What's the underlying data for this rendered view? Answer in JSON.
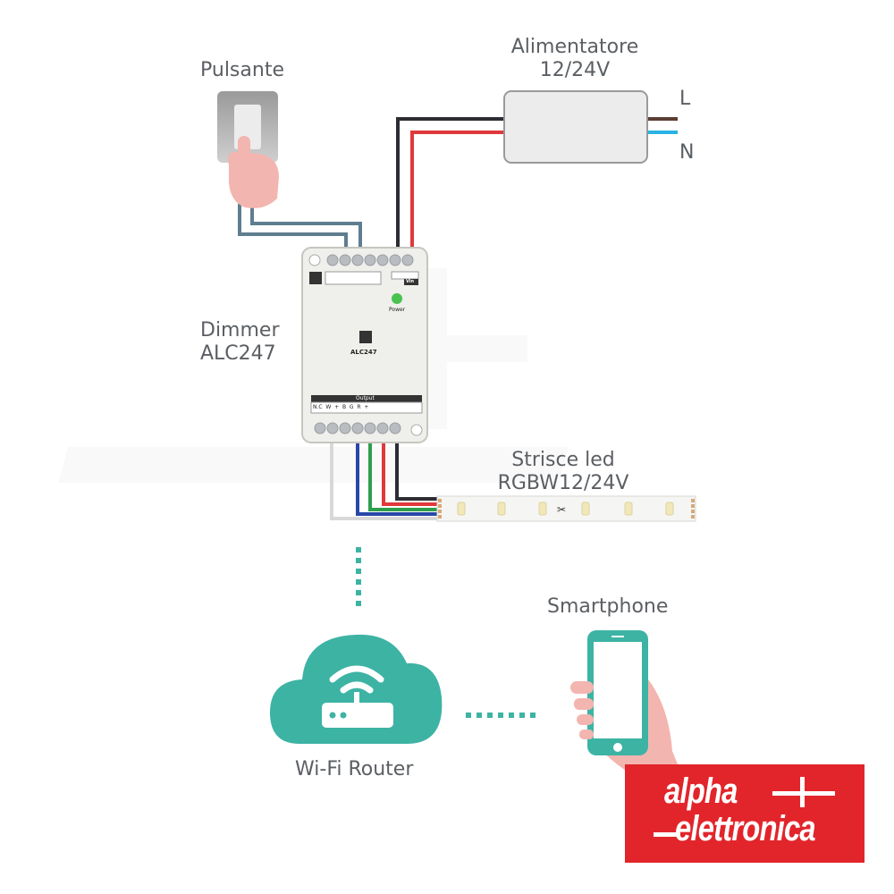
{
  "diagram": {
    "title": "ALC247 RGBW Wi-Fi dimmer wiring diagram",
    "components": {
      "push_button": {
        "label": "Pulsante"
      },
      "power_supply": {
        "label_line1": "Alimentatore",
        "label_line2": "12/24V",
        "terminal_l": "L",
        "terminal_n": "N"
      },
      "dimmer": {
        "label_line1": "Dimmer",
        "label_line2": "ALC247",
        "model_text": "ALC247",
        "power_led_label": "Power",
        "output_header": "Output",
        "output_terminals": "N.C  W  +  B  G  R  +",
        "input_label": "Vin"
      },
      "led_strip": {
        "label_line1": "Strisce led",
        "label_line2": "RGBW12/24V"
      },
      "router": {
        "label": "Wi-Fi Router"
      },
      "smartphone": {
        "label": "Smartphone"
      }
    },
    "wire_colors": {
      "black": "#2b2d33",
      "red": "#e0383b",
      "brown": "#5a3d33",
      "cyan": "#2ab4e6",
      "blue": "#2748a8",
      "green": "#2e9e4c",
      "white": "#d8d8d8",
      "button_wire": "#5f7d90"
    },
    "accent_teal": "#3db3a4",
    "brand": {
      "line1": "alpha",
      "line2": "elettronica",
      "color": "#e2252b"
    }
  }
}
